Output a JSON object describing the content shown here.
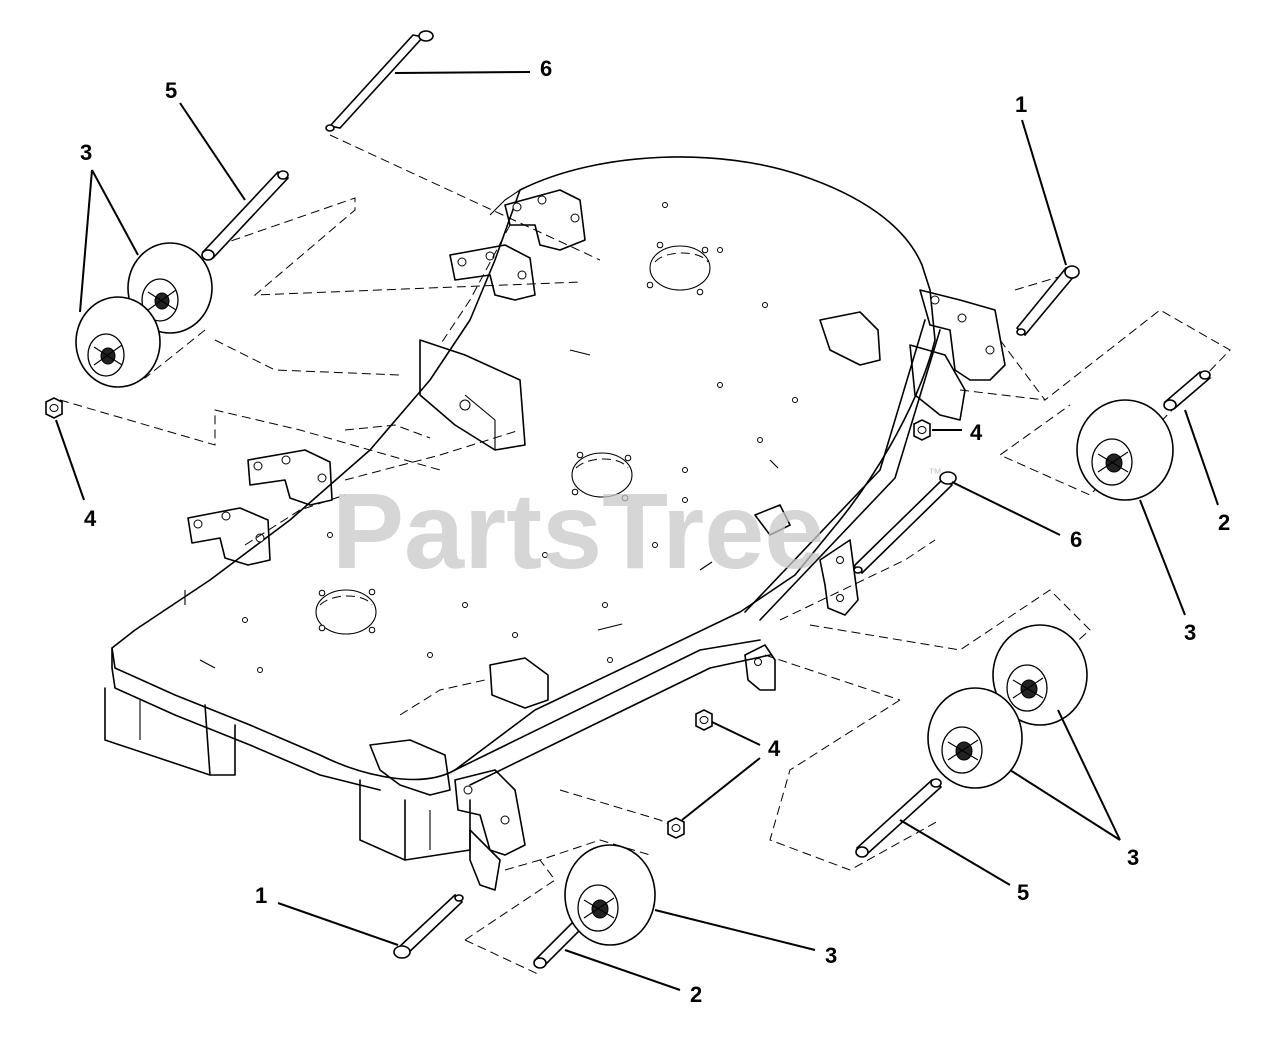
{
  "watermark": {
    "text": "PartsTree",
    "mark": "™"
  },
  "callouts": {
    "c1a": "1",
    "c1b": "1",
    "c2a": "2",
    "c2b": "2",
    "c3a": "3",
    "c3b": "3",
    "c3c": "3",
    "c3d": "3",
    "c4a": "4",
    "c4b": "4",
    "c4c": "4",
    "c5a": "5",
    "c5b": "5",
    "c6a": "6",
    "c6b": "6"
  }
}
